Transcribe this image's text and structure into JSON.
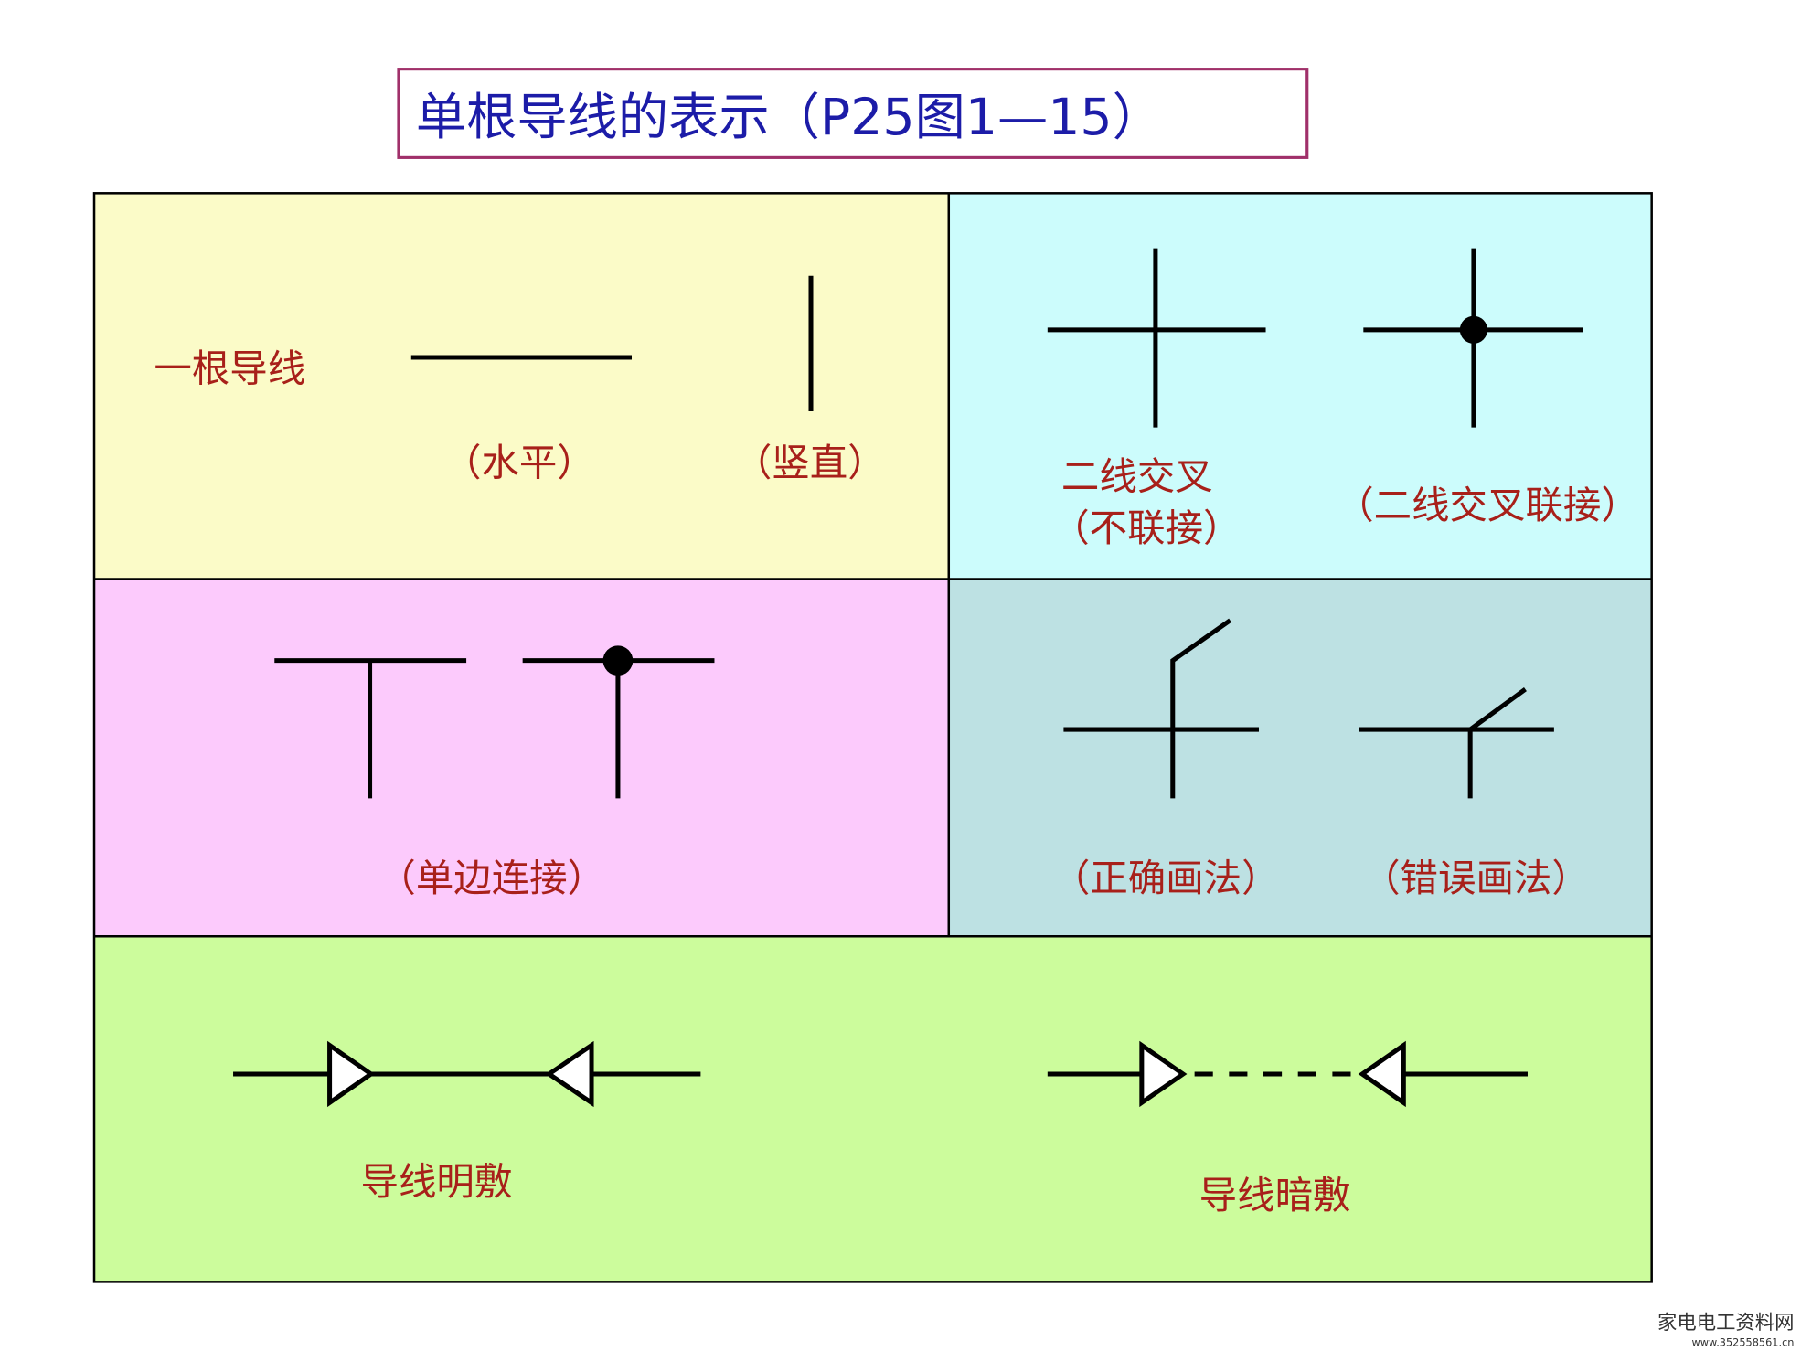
{
  "title": "单根导线的表示（P25图1—15）",
  "colors": {
    "yellow": "#fbfbc8",
    "cyan": "#ccfcfc",
    "pink": "#fccafc",
    "teal": "#bde1e3",
    "green": "#ccfc9c"
  },
  "panels": {
    "single_wire": {
      "label": "一根导线",
      "horizontal": "（水平）",
      "vertical": "（竖直）"
    },
    "crossing": {
      "not_connected_1": "二线交叉",
      "not_connected_2": "（不联接）",
      "connected": "（二线交叉联接）"
    },
    "tee": {
      "label": "（单边连接）"
    },
    "drawing": {
      "correct": "（正确画法）",
      "wrong": "（错误画法）"
    },
    "laying": {
      "exposed": "导线明敷",
      "concealed": "导线暗敷"
    }
  },
  "watermark": {
    "name": "家电电工资料网",
    "url": "www.352558561.cn"
  }
}
